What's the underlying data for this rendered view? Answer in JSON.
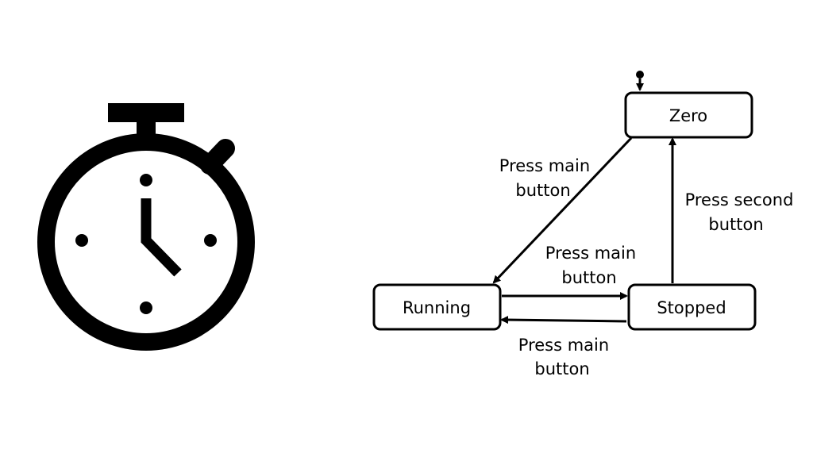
{
  "diagram": {
    "states": {
      "zero": "Zero",
      "running": "Running",
      "stopped": "Stopped"
    },
    "transitions": {
      "zero_to_running": [
        "Press main",
        "button"
      ],
      "running_to_stopped": [
        "Press main",
        "button"
      ],
      "stopped_to_running": [
        "Press main",
        "button"
      ],
      "stopped_to_zero": [
        "Press second",
        "button"
      ]
    },
    "initial_state": "Zero"
  },
  "icon": {
    "name": "stopwatch-icon",
    "color": "#000000"
  }
}
